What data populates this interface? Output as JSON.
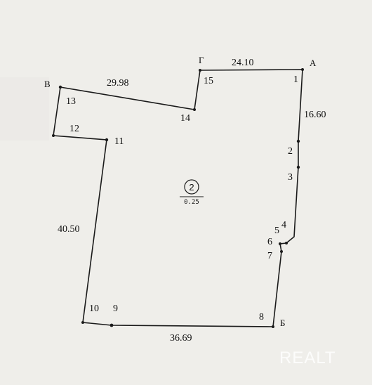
{
  "points": {
    "p1": "1",
    "p2": "2",
    "p3": "3",
    "p4": "4",
    "p5": "5",
    "p6": "6",
    "p7": "7",
    "p8": "8",
    "p9": "9",
    "p10": "10",
    "p11": "11",
    "p12": "12",
    "p13": "13",
    "p14": "14",
    "p15": "15"
  },
  "corners": {
    "A": "А",
    "B": "Б",
    "V": "В",
    "G": "Г"
  },
  "distances": {
    "g_a": "24.10",
    "v_14": "29.98",
    "a_b": "16.60",
    "left": "40.50",
    "bottom": "36.69"
  },
  "plot": {
    "number": "2",
    "area": "0.25"
  },
  "watermark": "REALT"
}
